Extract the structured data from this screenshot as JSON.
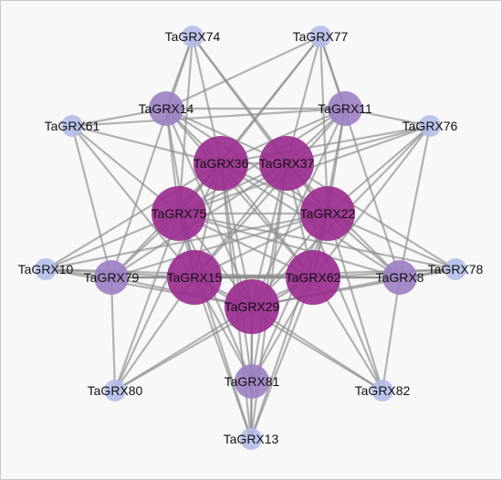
{
  "colors": {
    "background": "#f8f8f8",
    "edge": "#8a8a8a",
    "hub": "#9b2f8f",
    "mid": "#9b7fc2",
    "leaf": "#b4bde8"
  },
  "nodes": [
    {
      "id": "TaGRX74",
      "label": "TaGRX74",
      "tier": "leaf"
    },
    {
      "id": "TaGRX77",
      "label": "TaGRX77",
      "tier": "leaf"
    },
    {
      "id": "TaGRX14",
      "label": "TaGRX14",
      "tier": "mid"
    },
    {
      "id": "TaGRX11",
      "label": "TaGRX11",
      "tier": "mid"
    },
    {
      "id": "TaGRX61",
      "label": "TaGRX61",
      "tier": "leaf"
    },
    {
      "id": "TaGRX76",
      "label": "TaGRX76",
      "tier": "leaf"
    },
    {
      "id": "TaGRX36",
      "label": "TaGRX36",
      "tier": "hub"
    },
    {
      "id": "TaGRX37",
      "label": "TaGRX37",
      "tier": "hub"
    },
    {
      "id": "TaGRX75",
      "label": "TaGRX75",
      "tier": "hub"
    },
    {
      "id": "TaGRX22",
      "label": "TaGRX22",
      "tier": "hub"
    },
    {
      "id": "TaGRX10",
      "label": "TaGRX10",
      "tier": "leaf"
    },
    {
      "id": "TaGRX79",
      "label": "TaGRX79",
      "tier": "mid"
    },
    {
      "id": "TaGRX15",
      "label": "TaGRX15",
      "tier": "hub"
    },
    {
      "id": "TaGRX62",
      "label": "TaGRX62",
      "tier": "hub"
    },
    {
      "id": "TaGRX8",
      "label": "TaGRX8",
      "tier": "mid"
    },
    {
      "id": "TaGRX78",
      "label": "TaGRX78",
      "tier": "leaf"
    },
    {
      "id": "TaGRX29",
      "label": "TaGRX29",
      "tier": "hub"
    },
    {
      "id": "TaGRX80",
      "label": "TaGRX80",
      "tier": "leaf"
    },
    {
      "id": "TaGRX81",
      "label": "TaGRX81",
      "tier": "mid"
    },
    {
      "id": "TaGRX82",
      "label": "TaGRX82",
      "tier": "leaf"
    },
    {
      "id": "TaGRX13",
      "label": "TaGRX13",
      "tier": "leaf"
    }
  ],
  "edges": [
    [
      "TaGRX74",
      "TaGRX14"
    ],
    [
      "TaGRX74",
      "TaGRX36"
    ],
    [
      "TaGRX74",
      "TaGRX37"
    ],
    [
      "TaGRX74",
      "TaGRX75"
    ],
    [
      "TaGRX74",
      "TaGRX79"
    ],
    [
      "TaGRX74",
      "TaGRX22"
    ],
    [
      "TaGRX77",
      "TaGRX11"
    ],
    [
      "TaGRX77",
      "TaGRX37"
    ],
    [
      "TaGRX77",
      "TaGRX36"
    ],
    [
      "TaGRX77",
      "TaGRX75"
    ],
    [
      "TaGRX77",
      "TaGRX22"
    ],
    [
      "TaGRX77",
      "TaGRX8"
    ],
    [
      "TaGRX77",
      "TaGRX14"
    ],
    [
      "TaGRX61",
      "TaGRX14"
    ],
    [
      "TaGRX61",
      "TaGRX36"
    ],
    [
      "TaGRX61",
      "TaGRX75"
    ],
    [
      "TaGRX61",
      "TaGRX79"
    ],
    [
      "TaGRX61",
      "TaGRX11"
    ],
    [
      "TaGRX61",
      "TaGRX15"
    ],
    [
      "TaGRX76",
      "TaGRX11"
    ],
    [
      "TaGRX76",
      "TaGRX37"
    ],
    [
      "TaGRX76",
      "TaGRX22"
    ],
    [
      "TaGRX76",
      "TaGRX62"
    ],
    [
      "TaGRX76",
      "TaGRX8"
    ],
    [
      "TaGRX76",
      "TaGRX36"
    ],
    [
      "TaGRX76",
      "TaGRX75"
    ],
    [
      "TaGRX76",
      "TaGRX29"
    ],
    [
      "TaGRX10",
      "TaGRX36"
    ],
    [
      "TaGRX10",
      "TaGRX75"
    ],
    [
      "TaGRX10",
      "TaGRX15"
    ],
    [
      "TaGRX10",
      "TaGRX29"
    ],
    [
      "TaGRX10",
      "TaGRX22"
    ],
    [
      "TaGRX10",
      "TaGRX62"
    ],
    [
      "TaGRX10",
      "TaGRX79"
    ],
    [
      "TaGRX78",
      "TaGRX37"
    ],
    [
      "TaGRX78",
      "TaGRX22"
    ],
    [
      "TaGRX78",
      "TaGRX62"
    ],
    [
      "TaGRX78",
      "TaGRX29"
    ],
    [
      "TaGRX78",
      "TaGRX75"
    ],
    [
      "TaGRX78",
      "TaGRX15"
    ],
    [
      "TaGRX78",
      "TaGRX8"
    ],
    [
      "TaGRX80",
      "TaGRX15"
    ],
    [
      "TaGRX80",
      "TaGRX29"
    ],
    [
      "TaGRX80",
      "TaGRX75"
    ],
    [
      "TaGRX80",
      "TaGRX79"
    ],
    [
      "TaGRX80",
      "TaGRX62"
    ],
    [
      "TaGRX80",
      "TaGRX36"
    ],
    [
      "TaGRX82",
      "TaGRX62"
    ],
    [
      "TaGRX82",
      "TaGRX29"
    ],
    [
      "TaGRX82",
      "TaGRX22"
    ],
    [
      "TaGRX82",
      "TaGRX8"
    ],
    [
      "TaGRX82",
      "TaGRX15"
    ],
    [
      "TaGRX82",
      "TaGRX37"
    ],
    [
      "TaGRX13",
      "TaGRX29"
    ],
    [
      "TaGRX13",
      "TaGRX15"
    ],
    [
      "TaGRX13",
      "TaGRX62"
    ],
    [
      "TaGRX13",
      "TaGRX81"
    ],
    [
      "TaGRX13",
      "TaGRX36"
    ],
    [
      "TaGRX13",
      "TaGRX37"
    ],
    [
      "TaGRX13",
      "TaGRX75"
    ],
    [
      "TaGRX13",
      "TaGRX22"
    ],
    [
      "TaGRX14",
      "TaGRX36"
    ],
    [
      "TaGRX14",
      "TaGRX37"
    ],
    [
      "TaGRX14",
      "TaGRX75"
    ],
    [
      "TaGRX14",
      "TaGRX22"
    ],
    [
      "TaGRX14",
      "TaGRX15"
    ],
    [
      "TaGRX14",
      "TaGRX62"
    ],
    [
      "TaGRX14",
      "TaGRX29"
    ],
    [
      "TaGRX14",
      "TaGRX11"
    ],
    [
      "TaGRX11",
      "TaGRX36"
    ],
    [
      "TaGRX11",
      "TaGRX37"
    ],
    [
      "TaGRX11",
      "TaGRX22"
    ],
    [
      "TaGRX11",
      "TaGRX75"
    ],
    [
      "TaGRX11",
      "TaGRX62"
    ],
    [
      "TaGRX11",
      "TaGRX29"
    ],
    [
      "TaGRX11",
      "TaGRX15"
    ],
    [
      "TaGRX79",
      "TaGRX36"
    ],
    [
      "TaGRX79",
      "TaGRX75"
    ],
    [
      "TaGRX79",
      "TaGRX15"
    ],
    [
      "TaGRX79",
      "TaGRX62"
    ],
    [
      "TaGRX79",
      "TaGRX29"
    ],
    [
      "TaGRX79",
      "TaGRX22"
    ],
    [
      "TaGRX79",
      "TaGRX37"
    ],
    [
      "TaGRX79",
      "TaGRX8"
    ],
    [
      "TaGRX8",
      "TaGRX37"
    ],
    [
      "TaGRX8",
      "TaGRX22"
    ],
    [
      "TaGRX8",
      "TaGRX62"
    ],
    [
      "TaGRX8",
      "TaGRX29"
    ],
    [
      "TaGRX8",
      "TaGRX15"
    ],
    [
      "TaGRX8",
      "TaGRX36"
    ],
    [
      "TaGRX8",
      "TaGRX75"
    ],
    [
      "TaGRX81",
      "TaGRX29"
    ],
    [
      "TaGRX81",
      "TaGRX15"
    ],
    [
      "TaGRX81",
      "TaGRX62"
    ],
    [
      "TaGRX81",
      "TaGRX75"
    ],
    [
      "TaGRX81",
      "TaGRX22"
    ],
    [
      "TaGRX81",
      "TaGRX36"
    ],
    [
      "TaGRX81",
      "TaGRX37"
    ],
    [
      "TaGRX36",
      "TaGRX37"
    ],
    [
      "TaGRX36",
      "TaGRX75"
    ],
    [
      "TaGRX36",
      "TaGRX22"
    ],
    [
      "TaGRX36",
      "TaGRX15"
    ],
    [
      "TaGRX36",
      "TaGRX62"
    ],
    [
      "TaGRX36",
      "TaGRX29"
    ],
    [
      "TaGRX37",
      "TaGRX75"
    ],
    [
      "TaGRX37",
      "TaGRX22"
    ],
    [
      "TaGRX37",
      "TaGRX15"
    ],
    [
      "TaGRX37",
      "TaGRX62"
    ],
    [
      "TaGRX37",
      "TaGRX29"
    ],
    [
      "TaGRX75",
      "TaGRX22"
    ],
    [
      "TaGRX75",
      "TaGRX15"
    ],
    [
      "TaGRX75",
      "TaGRX62"
    ],
    [
      "TaGRX75",
      "TaGRX29"
    ],
    [
      "TaGRX22",
      "TaGRX15"
    ],
    [
      "TaGRX22",
      "TaGRX62"
    ],
    [
      "TaGRX22",
      "TaGRX29"
    ],
    [
      "TaGRX15",
      "TaGRX62"
    ],
    [
      "TaGRX15",
      "TaGRX29"
    ],
    [
      "TaGRX62",
      "TaGRX29"
    ]
  ]
}
